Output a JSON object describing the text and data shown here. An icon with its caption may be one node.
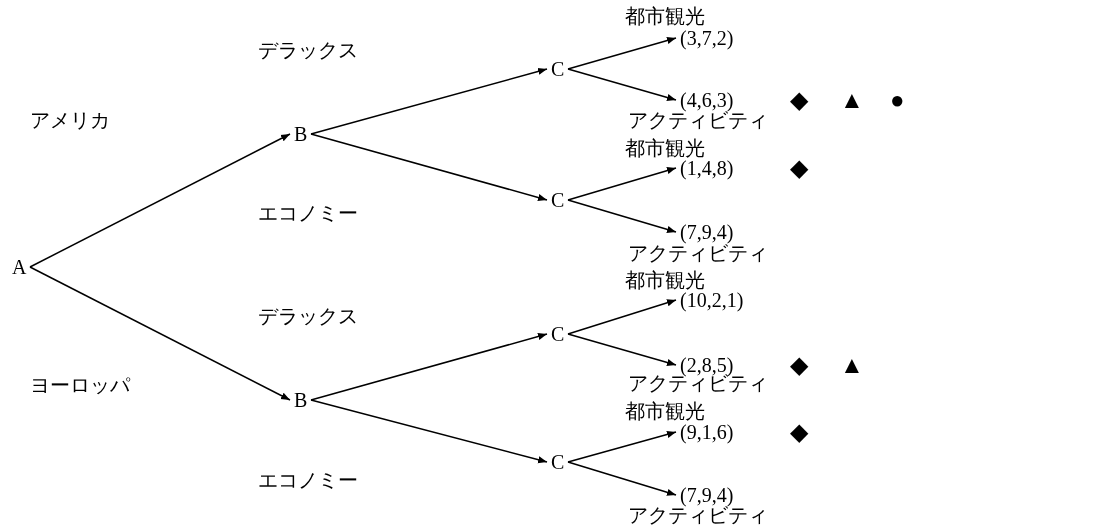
{
  "diagram": {
    "nodes": [
      {
        "text": [
          "A"
        ]
      },
      {
        "text": [
          "B"
        ]
      },
      {
        "text": [
          "B"
        ]
      },
      {
        "text": [
          "C"
        ]
      },
      {
        "text": [
          "C"
        ]
      },
      {
        "text": [
          "C"
        ]
      },
      {
        "text": [
          "C"
        ]
      },
      {
        "text": [
          "(3,7,2)"
        ]
      },
      {
        "text": [
          "(4,6,3)"
        ],
        "beside": [
          "◆",
          "▲",
          "●"
        ]
      },
      {
        "text": [
          "(1,4,8)"
        ],
        "beside": [
          "◆"
        ]
      },
      {
        "text": [
          "(7,9,4)"
        ]
      },
      {
        "text": [
          "(10,2,1)"
        ]
      },
      {
        "text": [
          "(2,8,5)"
        ],
        "beside": [
          "◆",
          "▲"
        ]
      },
      {
        "text": [
          "(9,1,6)"
        ],
        "beside": [
          "◆"
        ]
      },
      {
        "text": [
          "(7,9,4)"
        ]
      }
    ],
    "edges": [
      {
        "from": 0,
        "to": 1,
        "arrow": "to",
        "label": "アメリカ"
      },
      {
        "from": 0,
        "to": 2,
        "arrow": "to",
        "label": "ヨーロッパ"
      },
      {
        "from": 1,
        "to": 3,
        "arrow": "to",
        "label": "デラックス"
      },
      {
        "from": 1,
        "to": 4,
        "arrow": "to",
        "label": "エコノミー"
      },
      {
        "from": 2,
        "to": 5,
        "arrow": "to",
        "label": "デラックス"
      },
      {
        "from": 2,
        "to": 6,
        "arrow": "to",
        "label": "エコノミー"
      },
      {
        "from": 3,
        "to": 7,
        "arrow": "to",
        "label": "都市観光"
      },
      {
        "from": 3,
        "to": 8,
        "arrow": "to",
        "label": "アクティビティ"
      },
      {
        "from": 4,
        "to": 9,
        "arrow": "to",
        "label": "都市観光"
      },
      {
        "from": 4,
        "to": 10,
        "arrow": "to",
        "label": "アクティビティ"
      },
      {
        "from": 5,
        "to": 11,
        "arrow": "to",
        "label": "都市観光"
      },
      {
        "from": 5,
        "to": 12,
        "arrow": "to",
        "label": "アクティビティ"
      },
      {
        "from": 6,
        "to": 13,
        "arrow": "to",
        "label": "都市観光"
      },
      {
        "from": 6,
        "to": 14,
        "arrow": "to",
        "label": "アクティビティ"
      }
    ]
  }
}
